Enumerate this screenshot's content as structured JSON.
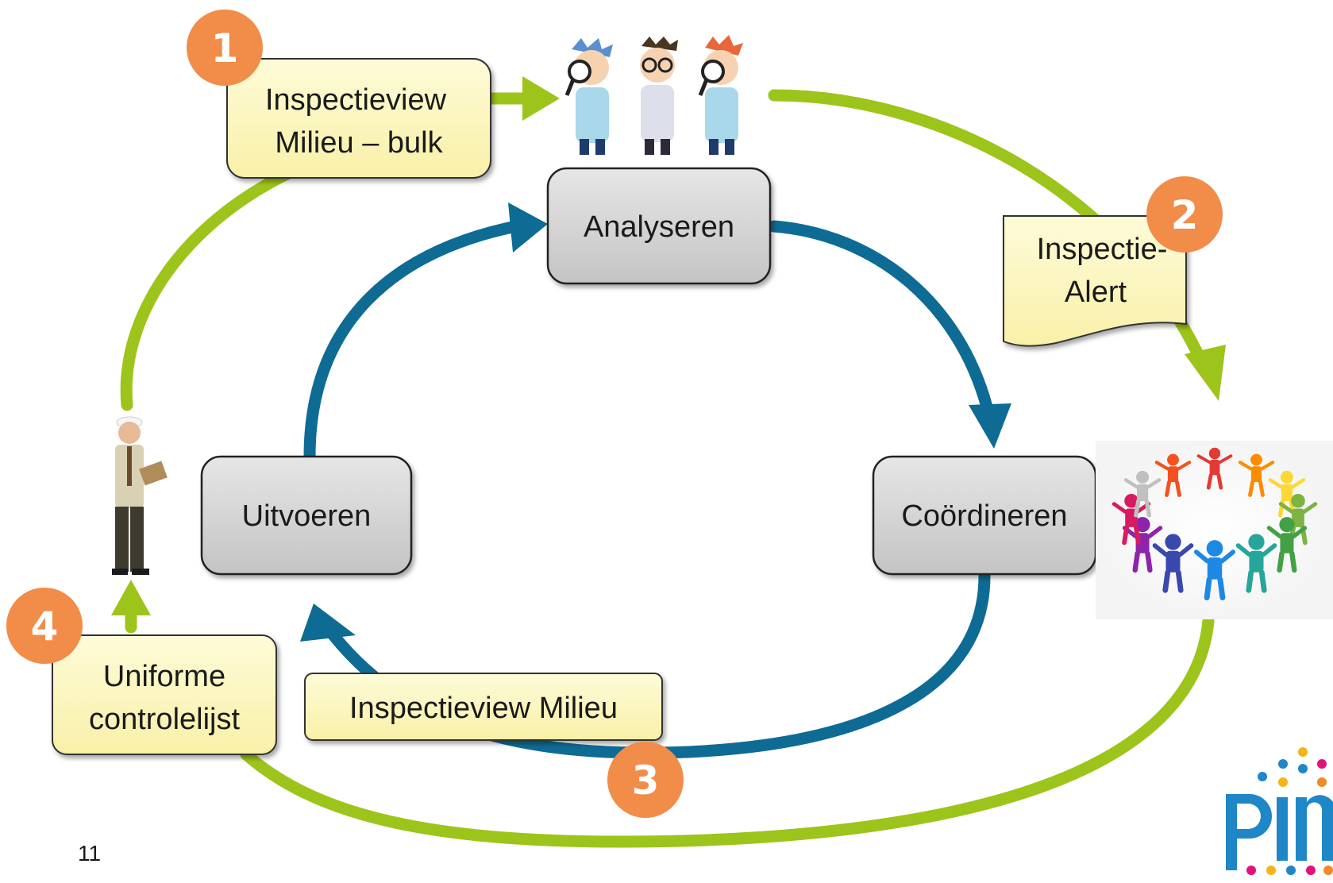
{
  "process": {
    "analyseren": "Analyseren",
    "uitvoeren": "Uitvoeren",
    "coordineren": "Coördineren"
  },
  "notes": {
    "note1_line1": "Inspectieview",
    "note1_line2": "Milieu – bulk",
    "note2_line1": "Inspectie-",
    "note2_line2": "Alert",
    "note3": "Inspectieview Milieu",
    "note4_line1": "Uniforme",
    "note4_line2": "controlelijst"
  },
  "badges": {
    "b1": "1",
    "b2": "2",
    "b3": "3",
    "b4": "4"
  },
  "page_number": "11",
  "logo": {
    "text": "pim"
  },
  "colors": {
    "green_arrow": "#9dc41a",
    "blue_arrow": "#0e6b94",
    "badge": "#f28c49",
    "note_fill": "#fdf8c8",
    "process_fill": "#d6d6d6",
    "logo_blue": "#1f87c7",
    "logo_pink": "#e3127b",
    "logo_yellow": "#f5b518",
    "logo_orange": "#f08a24"
  },
  "icons": [
    "scientists-illustration",
    "inspector-photo",
    "people-circle-illustration",
    "pim-logo"
  ]
}
